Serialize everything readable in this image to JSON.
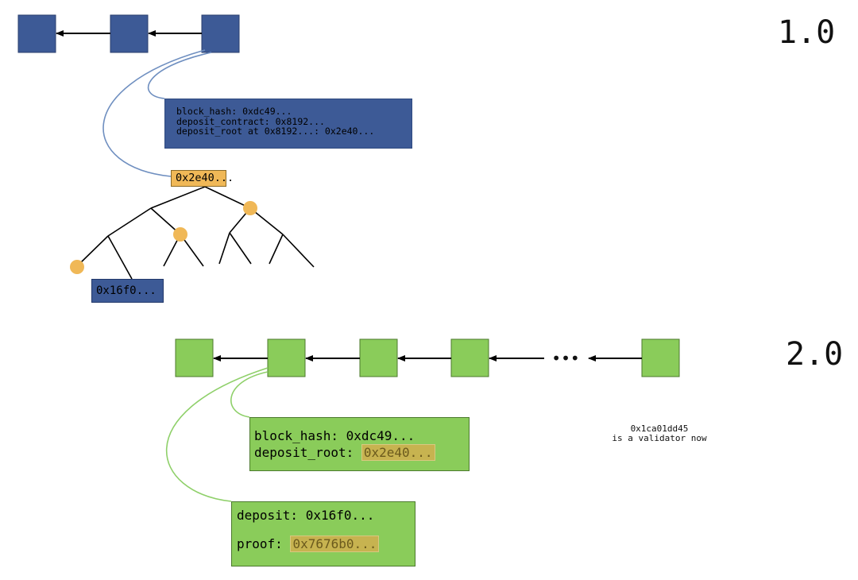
{
  "v1": {
    "label": "1.0",
    "block_info": {
      "line1": "block_hash: 0xdc49...",
      "line2": "deposit_contract: 0x8192...",
      "line3": "deposit_root at 0x8192...: 0x2e40..."
    },
    "root_label": "0x2e40...",
    "leaf_label": "0x16f0..."
  },
  "v2": {
    "label": "2.0",
    "block_info": {
      "hash_label": "block_hash: 0xdc49...",
      "root_key": "deposit_root: ",
      "root_value": "0x2e40..."
    },
    "deposit": {
      "deposit_label": "deposit: 0x16f0...",
      "proof_key": "proof: ",
      "proof_value": "0x7676b0..."
    },
    "ellipsis": "•••",
    "note_line1": "0x1ca01dd45",
    "note_line2": "is a validator now"
  },
  "colors": {
    "v1_block": "#3d5a96",
    "v2_block": "#8acc5a",
    "merkle_highlight": "#f0b857",
    "v1_link": "#6f8fc0",
    "v2_link": "#8fd06a"
  }
}
